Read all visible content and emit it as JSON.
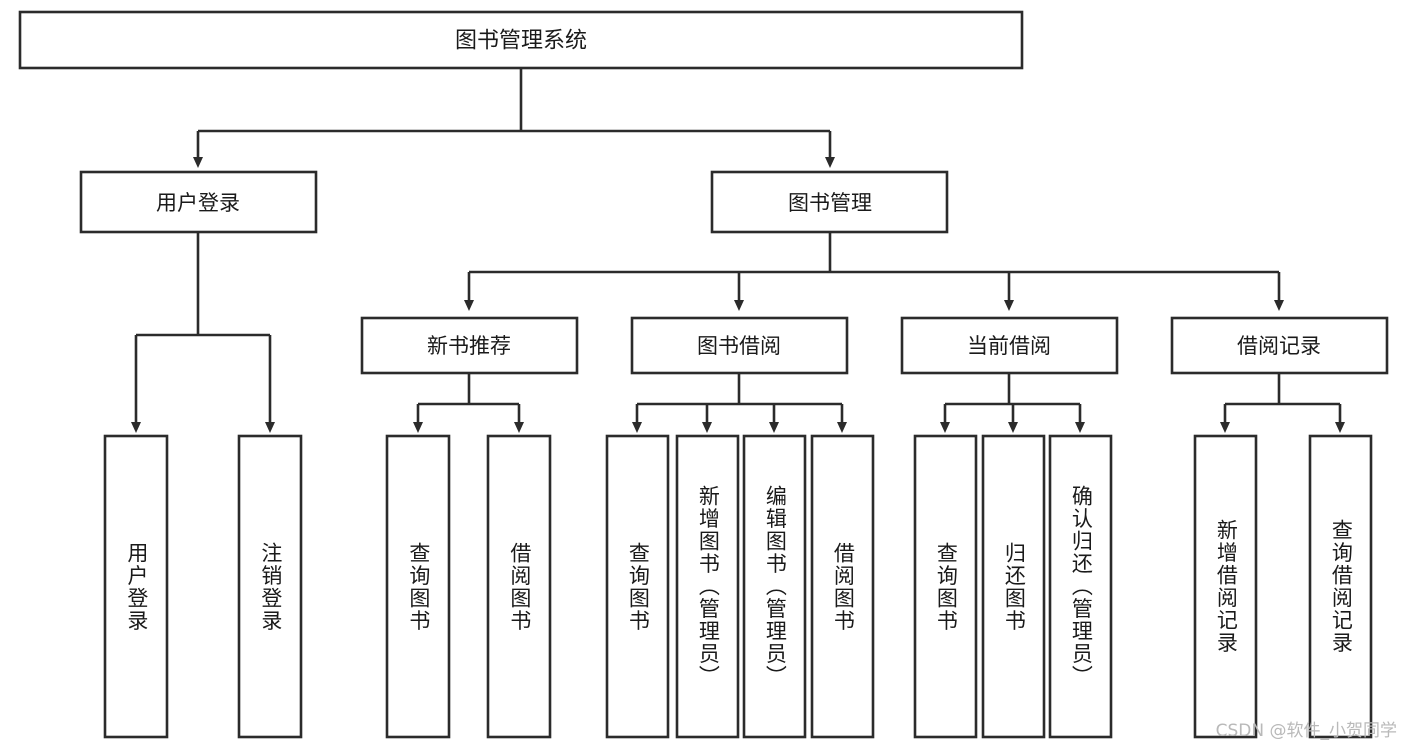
{
  "diagram": {
    "title": "图书管理系统",
    "type": "tree",
    "root": {
      "label": "图书管理系统"
    },
    "level1": [
      {
        "id": "user-login",
        "label": "用户登录"
      },
      {
        "id": "book-manage",
        "label": "图书管理"
      }
    ],
    "level2": [
      {
        "id": "new-book-recommend",
        "label": "新书推荐",
        "parent": "book-manage"
      },
      {
        "id": "book-borrow",
        "label": "图书借阅",
        "parent": "book-manage"
      },
      {
        "id": "current-borrow",
        "label": "当前借阅",
        "parent": "book-manage"
      },
      {
        "id": "borrow-record",
        "label": "借阅记录",
        "parent": "book-manage"
      }
    ],
    "leaves": {
      "user-login": [
        {
          "id": "leaf-user-login",
          "label": "用户登录"
        },
        {
          "id": "leaf-user-logout",
          "label": "注销登录"
        }
      ],
      "new-book-recommend": [
        {
          "id": "leaf-query-book-1",
          "label": "查询图书"
        },
        {
          "id": "leaf-borrow-book-1",
          "label": "借阅图书"
        }
      ],
      "book-borrow": [
        {
          "id": "leaf-query-book-2",
          "label": "查询图书"
        },
        {
          "id": "leaf-add-book",
          "label": "新增图书（管理员）"
        },
        {
          "id": "leaf-edit-book",
          "label": "编辑图书（管理员）"
        },
        {
          "id": "leaf-borrow-book-2",
          "label": "借阅图书"
        }
      ],
      "current-borrow": [
        {
          "id": "leaf-query-book-3",
          "label": "查询图书"
        },
        {
          "id": "leaf-return-book",
          "label": "归还图书"
        },
        {
          "id": "leaf-confirm-return",
          "label": "确认归还（管理员）"
        }
      ],
      "borrow-record": [
        {
          "id": "leaf-add-record",
          "label": "新增借阅记录"
        },
        {
          "id": "leaf-query-record",
          "label": "查询借阅记录"
        }
      ]
    },
    "colors": {
      "stroke": "#2b2b2b",
      "fill": "#ffffff",
      "text": "#1a1a1a",
      "watermark": "#b9b9b9"
    }
  },
  "watermark": {
    "text": "CSDN @软件_小贺同学"
  }
}
